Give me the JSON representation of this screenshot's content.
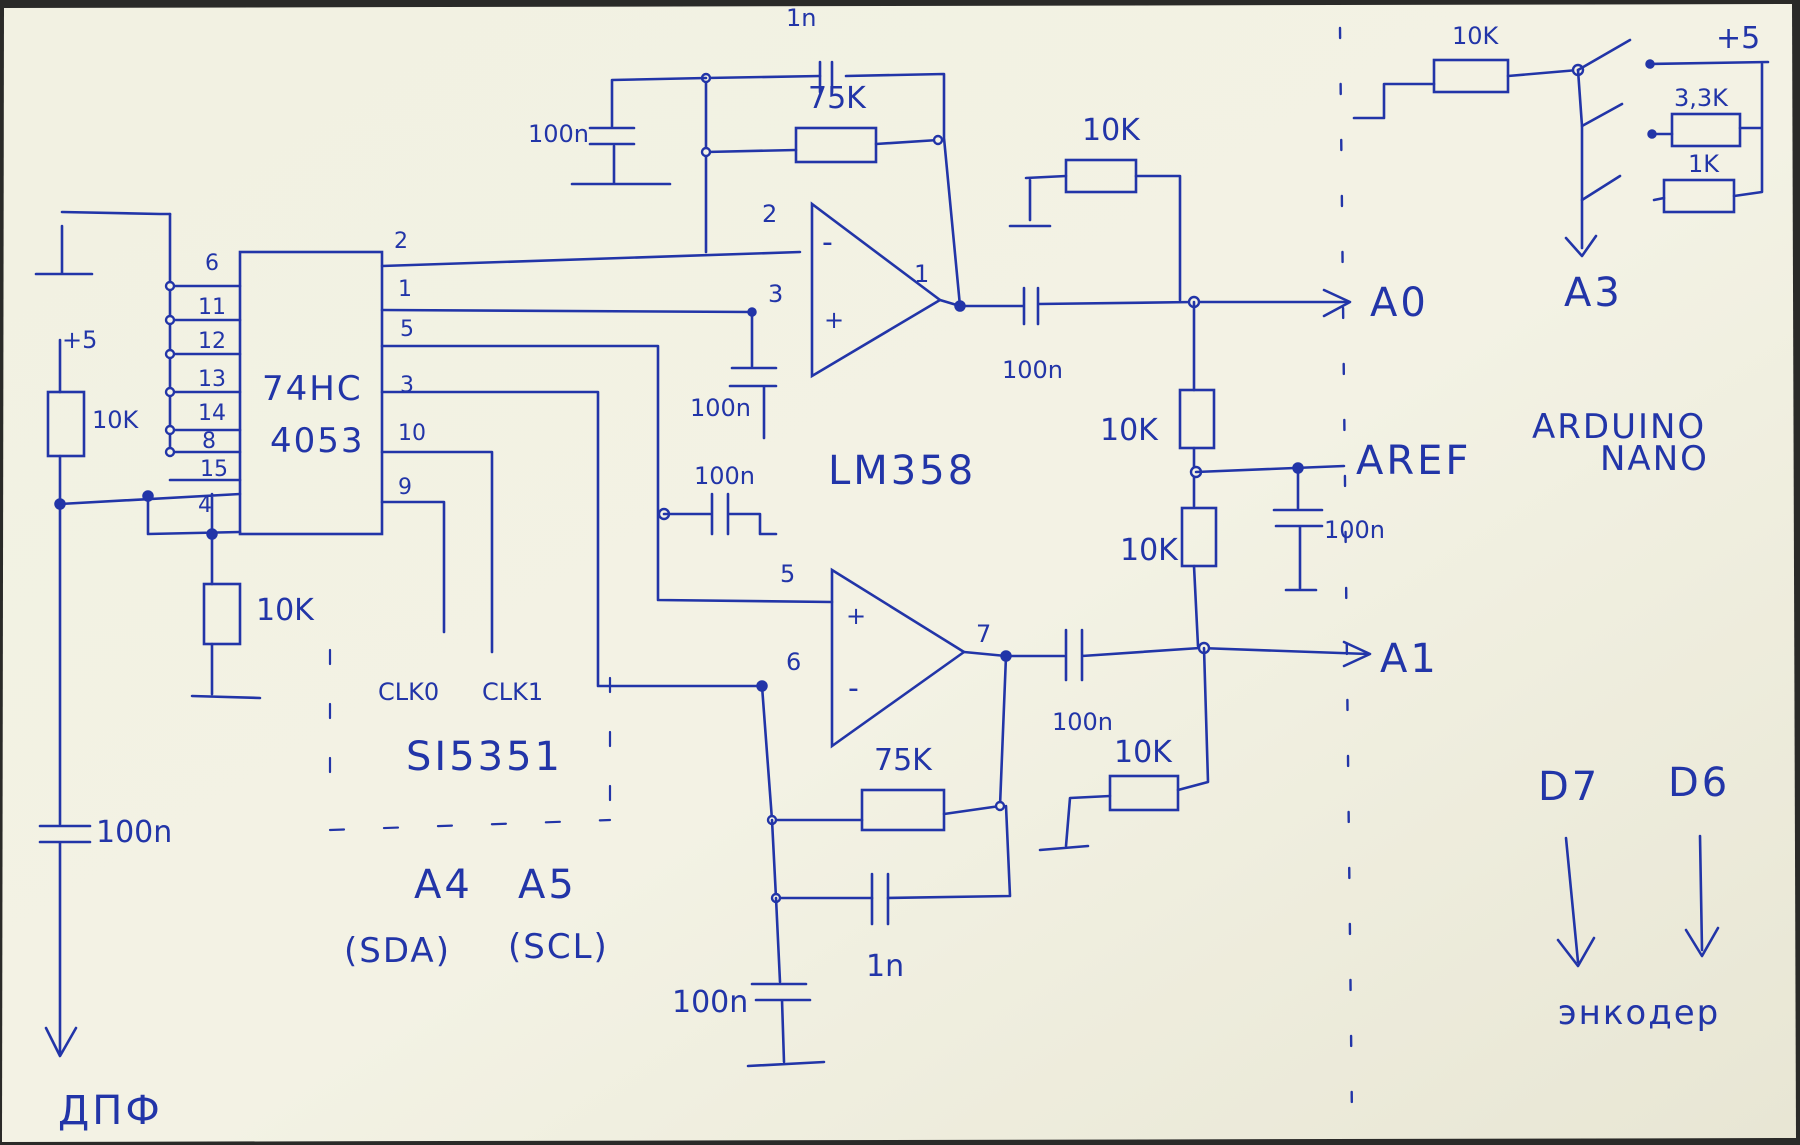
{
  "chip": {
    "line1": "74HC",
    "line2": "4053"
  },
  "chip_pins_left": [
    "6",
    "11",
    "12",
    "13",
    "14",
    "8",
    "15",
    "4"
  ],
  "chip_pins_right": [
    "2",
    "1",
    "5",
    "3",
    "10",
    "9"
  ],
  "opamp": {
    "name": "LM358",
    "pin_in1_neg": "2",
    "pin_in1_pos": "3",
    "pin_out1": "1",
    "pin_in2_pos": "5",
    "pin_in2_neg": "6",
    "pin_out2": "7",
    "minus": "-",
    "plus": "+"
  },
  "si5351": {
    "name": "SI5351",
    "clk0": "CLK0",
    "clk1": "CLK1",
    "pin_a4": "A4",
    "pin_a5": "A5",
    "sda": "(SDA)",
    "scl": "(SCL)"
  },
  "components": {
    "c_1n_top": "1n",
    "r_75k_top": "75K",
    "c_100n_topleft": "100n",
    "r_10k_topright": "10K",
    "c_100n_out1": "100n",
    "c_100n_pin3": "100n",
    "c_100n_pin5": "100n",
    "r_10k_divider": "10K",
    "r_10k_divider2": "10K",
    "c_100n_aref": "100n",
    "c_100n_out2": "100n",
    "r_10k_bottomright": "10K",
    "r_75k_bottom": "75K",
    "c_1n_bottom": "1n",
    "c_100n_bottom": "100n",
    "r_10k_left": "10K",
    "r_10k_pin4": "10K",
    "c_100n_left": "100n",
    "supply_left": "+5",
    "r_10k_a3": "10K",
    "r_3k3": "3,3K",
    "r_1k": "1K",
    "supply_right": "+5"
  },
  "arduino": {
    "line1": "ARDUINO",
    "line2": "NANO",
    "a0": "A0",
    "a1": "A1",
    "aref": "AREF",
    "a3": "A3",
    "d7": "D7",
    "d6": "D6",
    "encoder": "энкодер"
  },
  "left_out": "ДПФ"
}
